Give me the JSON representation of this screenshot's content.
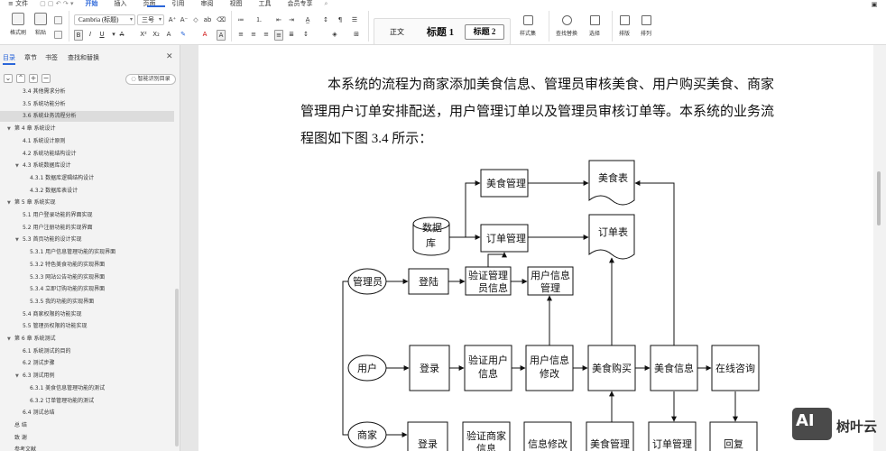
{
  "menubar": {
    "file_label": "≡ 文件",
    "tabs": [
      "开始",
      "插入",
      "页面",
      "引用",
      "审阅",
      "视图",
      "工具",
      "会员专享"
    ],
    "active_tab": "开始"
  },
  "ribbon": {
    "format_painter": "格式刷",
    "paste": "粘贴",
    "font_name": "Cambria (标题)",
    "font_size": "三号",
    "styles": {
      "normal": "正文",
      "heading1": "标题 1",
      "heading2": "标题 2"
    },
    "style_set": "样式集",
    "find_replace": "查找替换",
    "select": "选择",
    "layout": "排版",
    "arrange": "排列"
  },
  "nav": {
    "tabs": [
      "目录",
      "章节",
      "书签",
      "查找和替换"
    ],
    "active_tab": "目录",
    "smart_toc": "智能识别目录",
    "items": [
      {
        "level": 2,
        "text": "3.4 其他需求分析",
        "caret": false,
        "selected": false
      },
      {
        "level": 2,
        "text": "3.5 系统功能分析",
        "caret": false,
        "selected": false
      },
      {
        "level": 2,
        "text": "3.6 系统业务流程分析",
        "caret": false,
        "selected": true
      },
      {
        "level": 1,
        "text": "第 4 章  系统设计",
        "caret": true,
        "selected": false
      },
      {
        "level": 2,
        "text": "4.1 系统设计原则",
        "caret": false,
        "selected": false
      },
      {
        "level": 2,
        "text": "4.2 系统功能结构设计",
        "caret": false,
        "selected": false
      },
      {
        "level": 2,
        "text": "4.3 系统数据库设计",
        "caret": true,
        "selected": false
      },
      {
        "level": 3,
        "text": "4.3.1 数据库逻辑结构设计",
        "caret": false,
        "selected": false
      },
      {
        "level": 3,
        "text": "4.3.2 数据库表设计",
        "caret": false,
        "selected": false
      },
      {
        "level": 1,
        "text": "第 5 章  系统实现",
        "caret": true,
        "selected": false
      },
      {
        "level": 2,
        "text": "5.1 用户登录功能的界面实现",
        "caret": false,
        "selected": false
      },
      {
        "level": 2,
        "text": "5.2 用户注册功能的实现界面",
        "caret": false,
        "selected": false
      },
      {
        "level": 2,
        "text": "5.3 首页功能的设计实现",
        "caret": true,
        "selected": false
      },
      {
        "level": 3,
        "text": "5.3.1 用户信息管理功能的实现界面",
        "caret": false,
        "selected": false
      },
      {
        "level": 3,
        "text": "5.3.2 特色美食功能的实现界面",
        "caret": false,
        "selected": false
      },
      {
        "level": 3,
        "text": "5.3.3 网站公告功能的实现界面",
        "caret": false,
        "selected": false
      },
      {
        "level": 3,
        "text": "5.3.4 立即订购功能的实现界面",
        "caret": false,
        "selected": false
      },
      {
        "level": 3,
        "text": "5.3.5 我的功能的实现界面",
        "caret": false,
        "selected": false
      },
      {
        "level": 2,
        "text": "5.4 商家权限的功能实现",
        "caret": false,
        "selected": false
      },
      {
        "level": 2,
        "text": "5.5 管理员权限的功能实现",
        "caret": false,
        "selected": false
      },
      {
        "level": 1,
        "text": "第 6 章  系统测试",
        "caret": true,
        "selected": false
      },
      {
        "level": 2,
        "text": "6.1 系统测试的目的",
        "caret": false,
        "selected": false
      },
      {
        "level": 2,
        "text": "6.2 测试步骤",
        "caret": false,
        "selected": false
      },
      {
        "level": 2,
        "text": "6.3 测试用例",
        "caret": true,
        "selected": false
      },
      {
        "level": 3,
        "text": "6.3.1 美食信息管理功能的测试",
        "caret": false,
        "selected": false
      },
      {
        "level": 3,
        "text": "6.3.2 订单管理功能的测试",
        "caret": false,
        "selected": false
      },
      {
        "level": 2,
        "text": "6.4 测试总结",
        "caret": false,
        "selected": false
      },
      {
        "level": 1,
        "text": "总  结",
        "caret": false,
        "selected": false
      },
      {
        "level": 1,
        "text": "致  谢",
        "caret": false,
        "selected": false
      },
      {
        "level": 1,
        "text": "参考文献",
        "caret": false,
        "selected": false
      }
    ]
  },
  "document": {
    "paragraph_lines": [
      "本系统的流程为商家添加美食信息、管理员审核美食、用户购买美食、商家",
      "管理用户订单安排配送，用户管理订单以及管理员审核订单等。本系统的业务流",
      "程图如下图 3.4 所示："
    ]
  },
  "flowchart": {
    "database": "数据库",
    "food_management": "美食管理",
    "order_management": "订单管理",
    "food_table": "美食表",
    "order_table": "订单表",
    "admin": "管理员",
    "admin_login": "登陆",
    "verify_admin": "验证管理员信息",
    "admin_user_info_mgmt": "用户信息管理",
    "user": "用户",
    "user_login": "登录",
    "verify_user": "验证用户信息",
    "user_info_modify": "用户信息修改",
    "food_purchase": "美食购买",
    "food_info": "美食信息",
    "online_consult": "在线咨询",
    "merchant": "商家",
    "merchant_login": "登录",
    "verify_merchant": "验证商家信息",
    "merchant_info_modify": "信息修改",
    "merchant_food_mgmt": "美食管理",
    "merchant_order_mgmt": "订单管理",
    "reply": "回复"
  },
  "watermark": {
    "logo": "AI",
    "text": "树叶云"
  }
}
